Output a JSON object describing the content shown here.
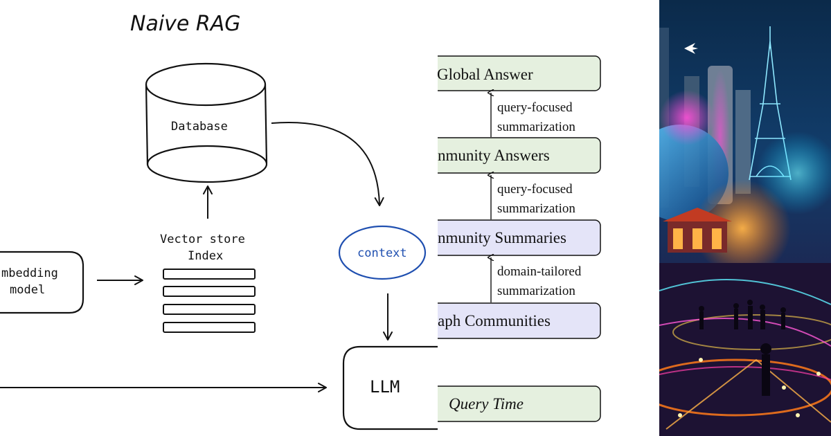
{
  "naive_rag": {
    "title": "Naive RAG",
    "database_label": "Database",
    "vector_store_label_line1": "Vector store",
    "vector_store_label_line2": "Index",
    "context_label": "context",
    "embedding_label_line1": "mbedding",
    "embedding_label_line2": "model",
    "llm_label": "LLM"
  },
  "graph_rag": {
    "boxes": [
      {
        "label": "Global Answer",
        "color": "#e5f0df"
      },
      {
        "label": "nmunity Answers",
        "color": "#e5f0df"
      },
      {
        "label": "nmunity Summaries",
        "color": "#e4e4f8"
      },
      {
        "label": "aph Communities",
        "color": "#e4e4f8"
      },
      {
        "label": "Query Time",
        "color": "#e5f0df"
      }
    ],
    "arrows": [
      {
        "line1": "query-focused",
        "line2": "summarization"
      },
      {
        "line1": "query-focused",
        "line2": "summarization"
      },
      {
        "line1": "domain-tailored",
        "line2": "summarization"
      }
    ]
  },
  "illustration": {
    "subject": "futuristic-city-collage"
  }
}
